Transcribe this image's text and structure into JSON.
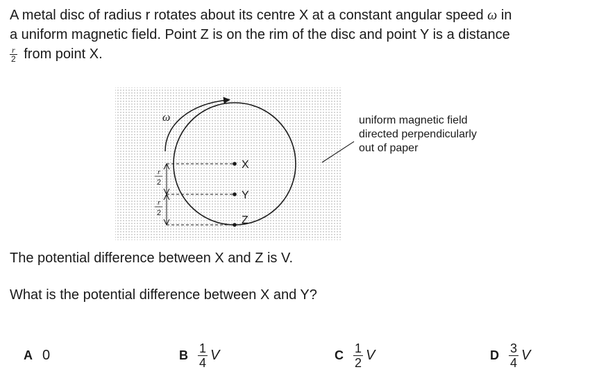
{
  "question": {
    "stem_line1": "A metal disc of radius r rotates about its centre X at a constant angular speed",
    "stem_omega": "ω",
    "stem_line1_end": "in",
    "stem_line2": "a uniform magnetic field. Point Z is on the rim of the disc and point Y is a distance",
    "stem_frac_num": "r",
    "stem_frac_den": "2",
    "stem_line3": "from point X."
  },
  "diagram": {
    "omega_label": "ω",
    "point_x": "X",
    "point_y": "Y",
    "point_z": "Z",
    "half_r_num": "r",
    "half_r_den": "2",
    "field_caption_line1": "uniform magnetic field",
    "field_caption_line2": "directed perpendicularly",
    "field_caption_line3": "out of paper"
  },
  "pd_statement": "The potential difference between X and Z is V.",
  "question_text": "What is the potential difference between X and Y?",
  "options": [
    {
      "letter": "A",
      "value": "0"
    },
    {
      "letter": "B",
      "num": "1",
      "den": "4",
      "unit": "V"
    },
    {
      "letter": "C",
      "num": "1",
      "den": "2",
      "unit": "V"
    },
    {
      "letter": "D",
      "num": "3",
      "den": "4",
      "unit": "V"
    }
  ]
}
